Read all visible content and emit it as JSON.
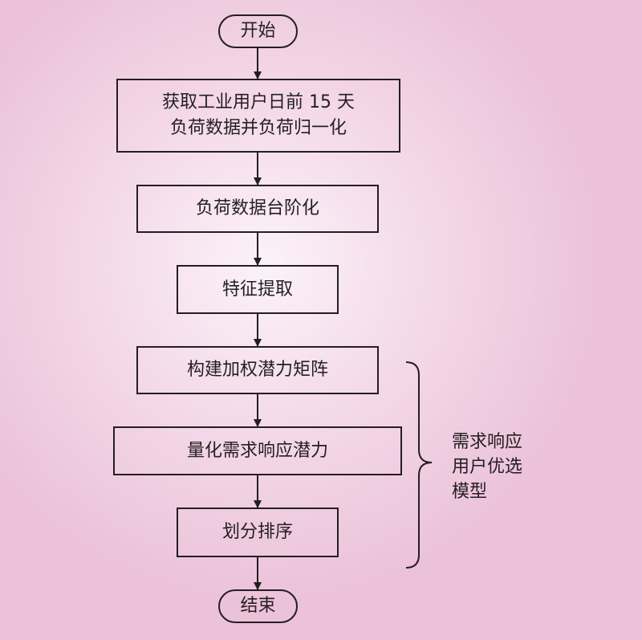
{
  "flowchart": {
    "start": "开始",
    "steps": [
      [
        "获取工业用户日前 15 天",
        "负荷数据并负荷归一化"
      ],
      [
        "负荷数据台阶化"
      ],
      [
        "特征提取"
      ],
      [
        "构建加权潜力矩阵"
      ],
      [
        "量化需求响应潜力"
      ],
      [
        "划分排序"
      ]
    ],
    "end": "结束",
    "group_label": [
      "需求响应",
      "用户优选",
      "模型"
    ]
  }
}
